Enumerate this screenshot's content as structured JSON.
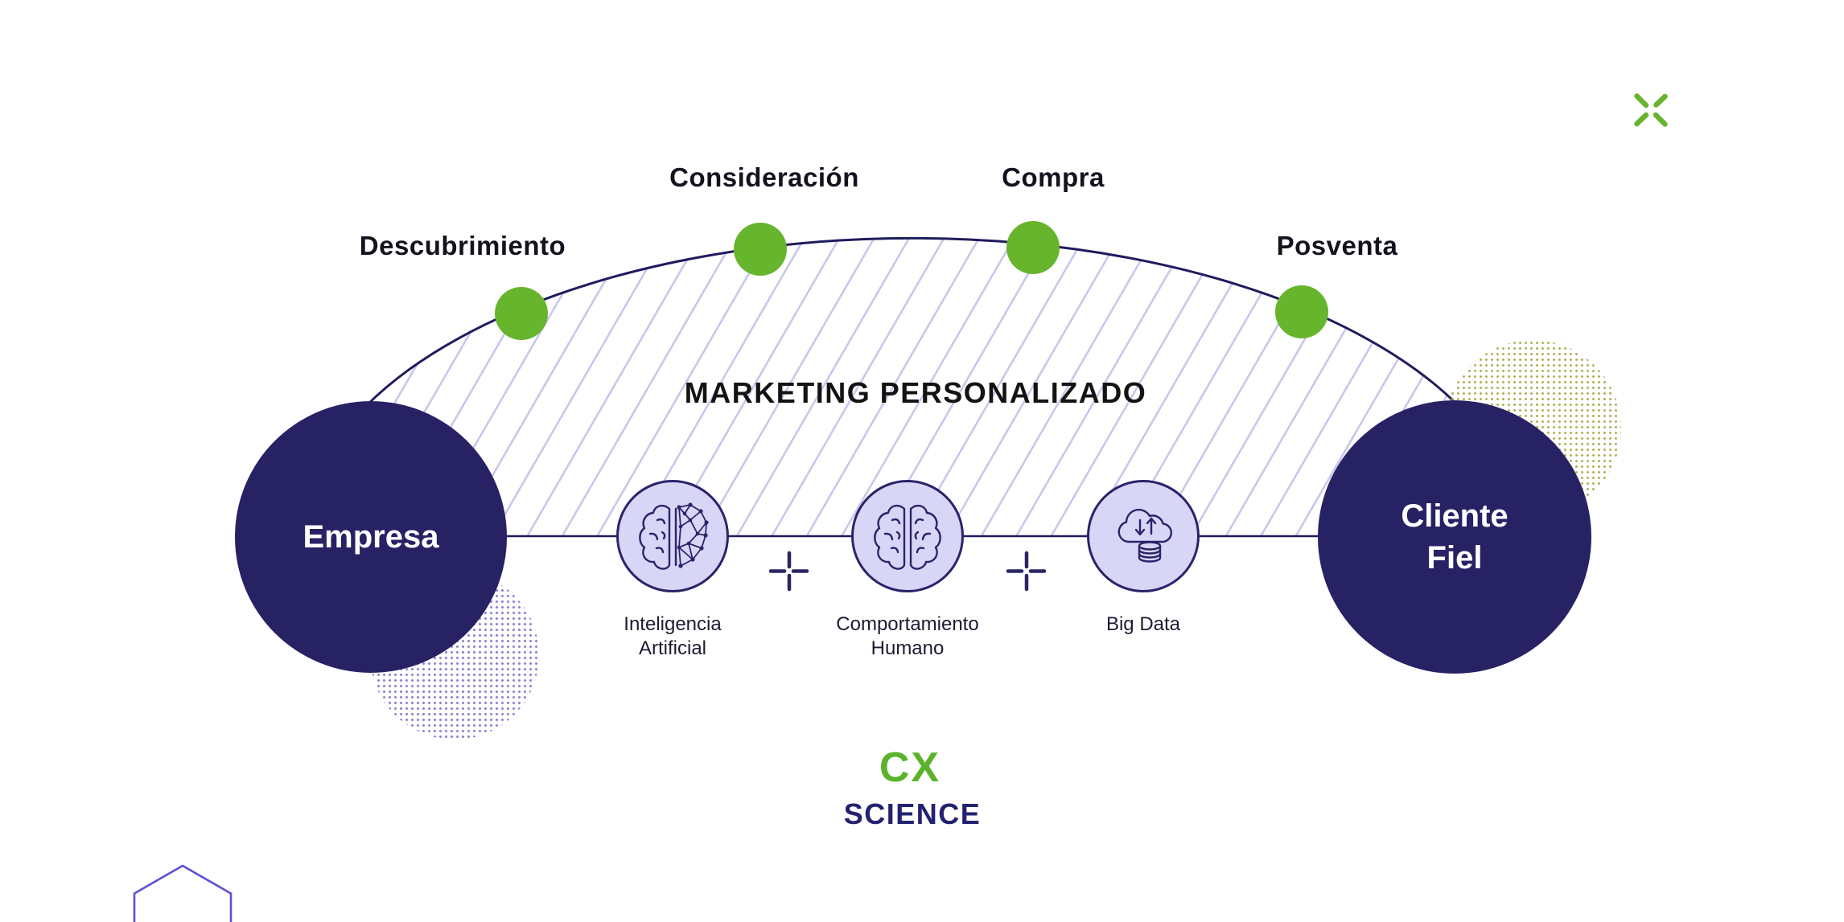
{
  "title": "MARKETING PERSONALIZADO",
  "journey": {
    "start": {
      "label": "Empresa"
    },
    "end": {
      "line1": "Cliente",
      "line2": "Fiel"
    },
    "stages": [
      {
        "label": "Descubrimiento"
      },
      {
        "label": "Consideración"
      },
      {
        "label": "Compra"
      },
      {
        "label": "Posventa"
      }
    ]
  },
  "components": [
    {
      "line1": "Inteligencia",
      "line2": "Artificial",
      "icon": "ai-brain-icon"
    },
    {
      "line1": "Comportamiento",
      "line2": "Humano",
      "icon": "human-brain-icon"
    },
    {
      "line1": "Big Data",
      "line2": "",
      "icon": "big-data-cloud-icon"
    }
  ],
  "logo": {
    "top": "CX",
    "bottom": "SCIENCE"
  },
  "decor": {
    "x_mark": "x-mark-icon",
    "plus": "plus-icon",
    "hexagon": "hexagon-outline",
    "dotted_circles": [
      "purple-dotted-circle",
      "olive-dotted-circle"
    ]
  },
  "colors": {
    "navy": "#272264",
    "arc_line": "#1f1b5e",
    "green": "#67b42d",
    "lavender_fill": "#d8d6f6",
    "hatch_line": "#c9c7ed",
    "dot_purple": "#8a83d2",
    "dot_olive": "#a9aa48",
    "hex_purple": "#5b50d3",
    "logo_green": "#5bb32b",
    "logo_navy": "#232270"
  }
}
